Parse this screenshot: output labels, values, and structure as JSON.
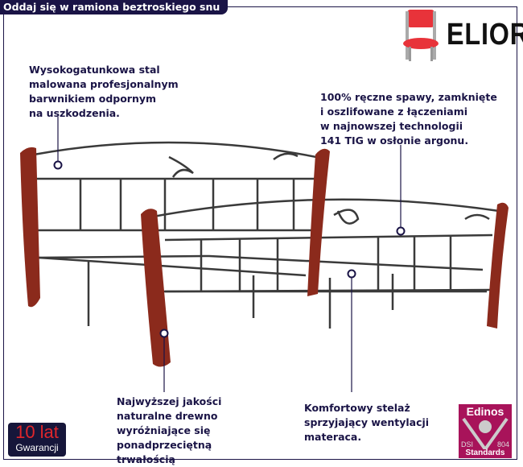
{
  "header": {
    "title": "Oddaj się w ramiona beztroskiego snu"
  },
  "brand": {
    "logo_text": "ELIOR",
    "logo_icon": "chair-icon",
    "accent": "#e0262b"
  },
  "callouts": {
    "steel": [
      "Wysokogatunkowa stal",
      "malowana profesjonalnym",
      "barwnikiem odpornym",
      "na uszkodzenia."
    ],
    "welds": [
      "100% ręczne spawy, zamknięte",
      "i oszlifowane z łączeniami",
      "w najnowszej technologii",
      "141 TIG w osłonie argonu."
    ],
    "wood": [
      "Najwyższej jakości",
      "naturalne drewno",
      "wyróżniające się",
      "ponadprzeciętną",
      "trwałością"
    ],
    "frame": [
      "Komfortowy stelaż",
      "sprzyjający wentylacji",
      "materaca."
    ]
  },
  "warranty": {
    "big": "10 lat",
    "small": "Gwarancji"
  },
  "certificate": {
    "name": "Edinos",
    "left": "DSI",
    "right": "804",
    "bottom": "Standards"
  },
  "colors": {
    "navy": "#1a1446",
    "wood": "#8b2a1c",
    "metal": "#3a3a3a",
    "cert": "#a8135a"
  }
}
